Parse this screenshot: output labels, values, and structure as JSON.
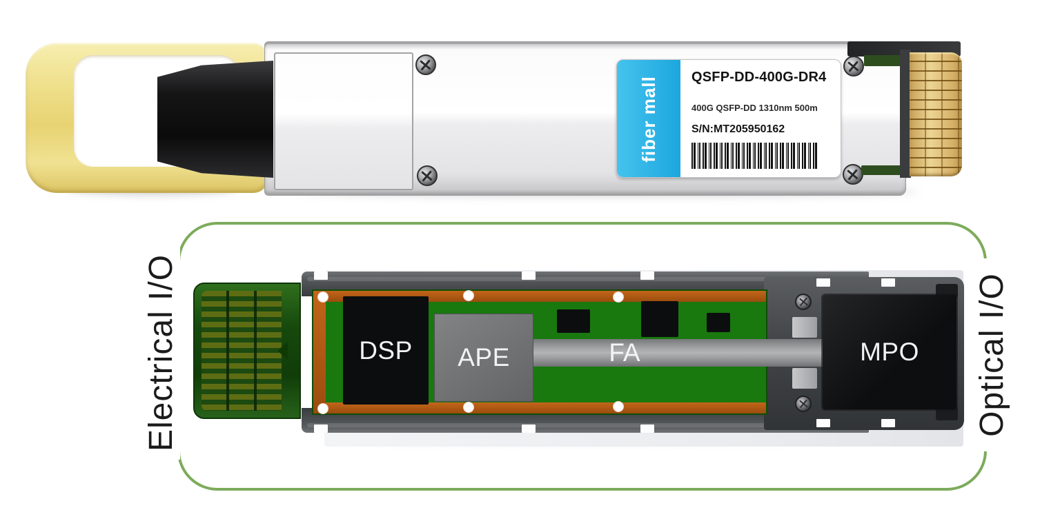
{
  "photo": {
    "label": {
      "brand": "fiber mall",
      "model": "QSFP-DD-400G-DR4",
      "description": "400G QSFP-DD 1310nm 500m",
      "serial": "S/N:MT205950162"
    }
  },
  "diagram": {
    "electrical_label": "Electrical I/O",
    "optical_label": "Optical I/O",
    "chips": {
      "dsp": "DSP",
      "ape": "APE",
      "fiber_array": "FA",
      "connector": "MPO"
    }
  },
  "colors": {
    "brand_blue": "#1ca7de",
    "pcb_green": "#19790f",
    "outline_green": "#7dab5c",
    "gold": "#d9b970",
    "tab_yellow": "#e8d373"
  }
}
